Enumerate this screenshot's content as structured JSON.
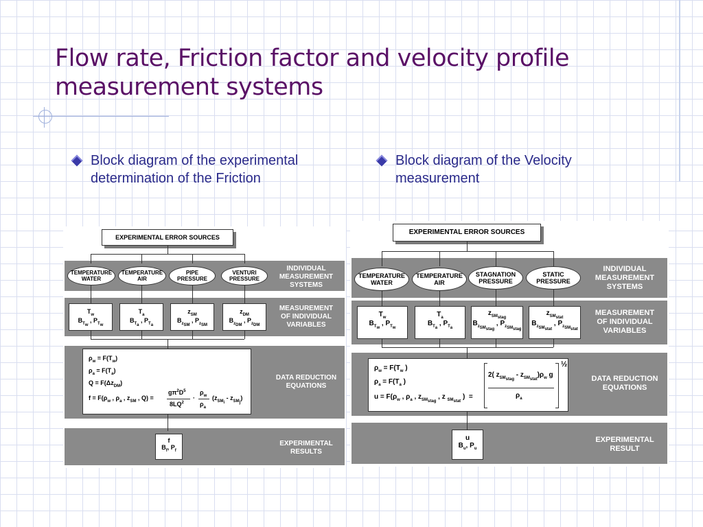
{
  "slide": {
    "title_line1": "Flow rate, Friction factor and velocity profile",
    "title_line2": "measurement systems",
    "bullet_left_line1": "Block diagram of the experimental",
    "bullet_left_line2": "determination of the Friction",
    "bullet_right_line1": "Block diagram of the Velocity",
    "bullet_right_line2": "measurement"
  },
  "left": {
    "error_sources": "EXPERIMENTAL ERROR SOURCES",
    "ovals": [
      {
        "l1": "TEMPERATURE",
        "l2": "WATER"
      },
      {
        "l1": "TEMPERATURE",
        "l2": "AIR"
      },
      {
        "l1": "PIPE",
        "l2": "PRESSURE"
      },
      {
        "l1": "VENTURI",
        "l2": "PRESSURE"
      }
    ],
    "labels": {
      "ims": [
        "INDIVIDUAL",
        "MEASUREMENT",
        "SYSTEMS"
      ],
      "miv": [
        "MEASUREMENT",
        "OF INDIVIDUAL",
        "VARIABLES"
      ],
      "dre": [
        "DATA REDUCTION",
        "EQUATIONS"
      ],
      "res": [
        "EXPERIMENTAL",
        "RESULTS"
      ]
    },
    "vars": [
      {
        "top": "T",
        "topsub": "w",
        "b": "B",
        "bsub": "T",
        "bsubsub": "w",
        "p": "P",
        "psub": "T",
        "psubsub": "w"
      },
      {
        "top": "T",
        "topsub": "a",
        "b": "B",
        "bsub": "T",
        "bsubsub": "a",
        "p": "P",
        "psub": "T",
        "psubsub": "a"
      },
      {
        "top": "z",
        "topsub": "SM",
        "b": "B",
        "bsub": "z",
        "bsubsub": "SM",
        "p": "P",
        "psub": "z",
        "psubsub": "SM"
      },
      {
        "top": "z",
        "topsub": "DM",
        "b": "B",
        "bsub": "z",
        "bsubsub": "DM",
        "p": "P",
        "psub": "z",
        "psubsub": "DM"
      }
    ],
    "equations": {
      "e1": "ρ",
      "e1sub": "w",
      "e1rest": " = F(T",
      "e1sub2": "w",
      "e1end": ")",
      "e2": "ρ",
      "e2sub": "a",
      "e2rest": " = F(T",
      "e2sub2": "a",
      "e2end": ")",
      "e3": "Q = F(Δz",
      "e3sub": "DM",
      "e3end": ")",
      "e4": "f = F(ρ",
      "e4a": "w",
      "e4b": " , ρ",
      "e4c": "a",
      "e4d": " , z",
      "e4e": "SM",
      "e4f": " , Q)",
      "eq_sign": "=",
      "num": "gπ",
      "num_sup": "2",
      "num_d": "D",
      "num_d_sup": "5",
      "den": "8LQ",
      "den_sup": "2",
      "dot": "·",
      "rho_num": "ρ",
      "rho_num_sub": "w",
      "rho_den": "ρ",
      "rho_den_sub": "a",
      "paren": "(z",
      "paren_sub1": "SM",
      "paren_sub1b": "i",
      "paren_mid": " - z",
      "paren_sub2": "SM",
      "paren_sub2b": "j",
      "paren_end": ")"
    },
    "result": {
      "top": "f",
      "b": "B",
      "bsub": "f",
      "p": "P",
      "psub": "f"
    }
  },
  "right": {
    "error_sources": "EXPERIMENTAL ERROR SOURCES",
    "ovals": [
      {
        "l1": "TEMPERATURE",
        "l2": "WATER"
      },
      {
        "l1": "TEMPERATURE",
        "l2": "AIR"
      },
      {
        "l1": "STAGNATION",
        "l2": "PRESSURE"
      },
      {
        "l1": "STATIC",
        "l2": "PRESSURE"
      }
    ],
    "labels": {
      "ims": [
        "INDIVIDUAL",
        "MEASUREMENT",
        "SYSTEMS"
      ],
      "miv": [
        "MEASUREMENT",
        "OF INDIVIDUAL",
        "VARIABLES"
      ],
      "dre": [
        "DATA REDUCTION",
        "EQUATIONS"
      ],
      "res": [
        "EXPERIMENTAL",
        "RESULT"
      ]
    },
    "vars": [
      {
        "top": "T",
        "topsub": "w",
        "b": "B",
        "bsub": "T",
        "bsubsub": "w",
        "p": "P",
        "psub": "T",
        "psubsub": "w"
      },
      {
        "top": "T",
        "topsub": "a",
        "b": "B",
        "bsub": "T",
        "bsubsub": "a",
        "p": "P",
        "psub": "T",
        "psubsub": "a"
      },
      {
        "top": "z",
        "topsub": "SM",
        "topsubsub": "stag",
        "b": "B",
        "bsub": "z",
        "bsubsub": "SM",
        "bsubsubsub": "stag",
        "p": "P",
        "psub": "z",
        "psubsub": "SM",
        "psubsubsub": "stag"
      },
      {
        "top": "z",
        "topsub": "SM",
        "topsubsub": "stat",
        "b": "B",
        "bsub": "z",
        "bsubsub": "SM",
        "bsubsubsub": "stat",
        "p": "P",
        "psub": "z",
        "psubsub": "SM",
        "psubsubsub": "stat"
      }
    ],
    "equations": {
      "e1": "ρ",
      "e1sub": "w",
      "e1rest": " = F(T",
      "e1sub2": "w",
      "e1end": " )",
      "e2": "ρ",
      "e2sub": "a",
      "e2rest": " = F(T",
      "e2sub2": "a",
      "e2end": " )",
      "e3": "u = F(ρ",
      "e3a": "w",
      "e3b": " , ρ",
      "e3c": "a",
      "e3d": " , z",
      "e3e": "SM",
      "e3f": "stag",
      "e3g": " , z ",
      "e3h": "SM",
      "e3i": "stat",
      "e3end": " )",
      "eq_sign": "=",
      "num": "2( z",
      "num_s1": "SM",
      "num_s1b": "stag",
      "num_mid": " - z",
      "num_s2": "SM",
      "num_s2b": "stat",
      "num_end": ")ρ",
      "num_rho_sub": "w",
      "num_g": " g",
      "den": "ρ",
      "den_sub": "a",
      "half": "½"
    },
    "result": {
      "top": "u",
      "b": "B",
      "bsub": "u",
      "p": "P",
      "psub": "u"
    }
  }
}
